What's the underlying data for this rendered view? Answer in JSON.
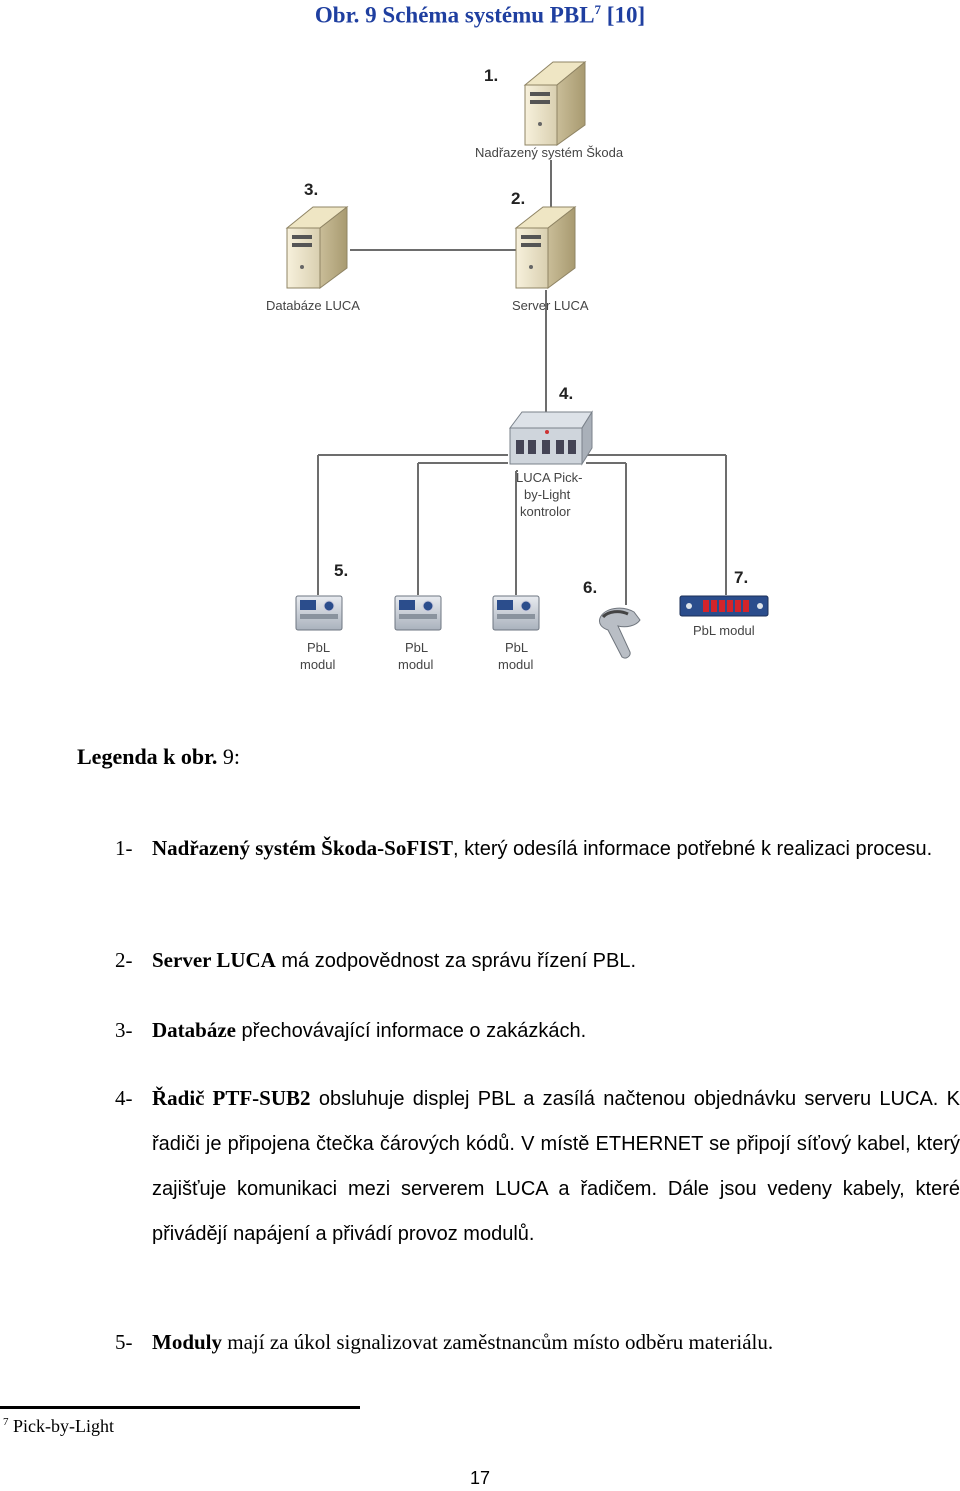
{
  "figure": {
    "title": "Obr. 9 Schéma systému PBL",
    "title_sup": "7",
    "title_ref": "[10]",
    "nodes": {
      "superior": {
        "number": "1.",
        "label": "Nadřazený systém Škoda"
      },
      "server": {
        "number": "2.",
        "label": "Server LUCA"
      },
      "database": {
        "number": "3.",
        "label": "Databáze LUCA"
      },
      "controller": {
        "number": "4.",
        "label_lines": [
          "LUCA Pick-",
          "by-Light",
          "kontrolor"
        ]
      },
      "module_group": {
        "number": "5.",
        "labels": [
          [
            "PbL",
            "modul"
          ],
          [
            "PbL",
            "modul"
          ],
          [
            "PbL",
            "modul"
          ]
        ]
      },
      "scanner": {
        "number": "6."
      },
      "module_display": {
        "number": "7.",
        "label": "PbL modul"
      }
    }
  },
  "legend": {
    "title_bold": "Legenda k obr.",
    "title_num": "9:",
    "items": [
      {
        "num": "1-",
        "bold": "Nadřazený systém Škoda-SoFIST",
        "text": ", který odesílá informace potřebné k realizaci procesu."
      },
      {
        "num": "2-",
        "bold": "Server LUCA",
        "text": " má zodpovědnost za správu řízení PBL."
      },
      {
        "num": "3-",
        "bold": "Databáze",
        "text": " přechovávající informace o zakázkách."
      },
      {
        "num": "4-",
        "bold": "Řadič PTF-SUB2",
        "text": " obsluhuje displej PBL a zasílá načtenou objednávku serveru LUCA. K řadiči je připojena čtečka čárových kódů. V místě ETHERNET se připojí síťový kabel, který zajišťuje komunikaci mezi serverem LUCA a řadičem. Dále jsou vedeny kabely, které přivádějí napájení a přivádí provoz modulů."
      },
      {
        "num": "5-",
        "bold": "Moduly",
        "text": " mají za úkol signalizovat zaměstnancům místo odběru materiálu."
      }
    ]
  },
  "footnote": {
    "sup": "7",
    "text": "Pick-by-Light"
  },
  "page_number": "17"
}
